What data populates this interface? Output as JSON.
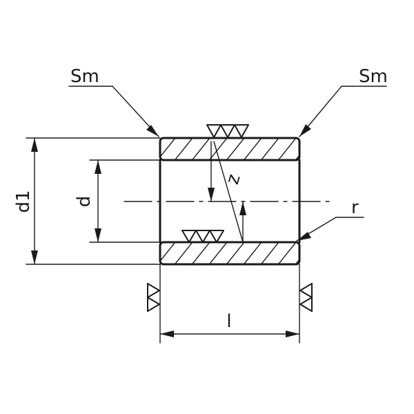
{
  "labels": {
    "surface_left": "Sm",
    "surface_right": "Sm",
    "outer_diameter": "d1",
    "inner_diameter": "d",
    "wall_thickness": "z",
    "edge_radius": "r",
    "length": "l"
  }
}
